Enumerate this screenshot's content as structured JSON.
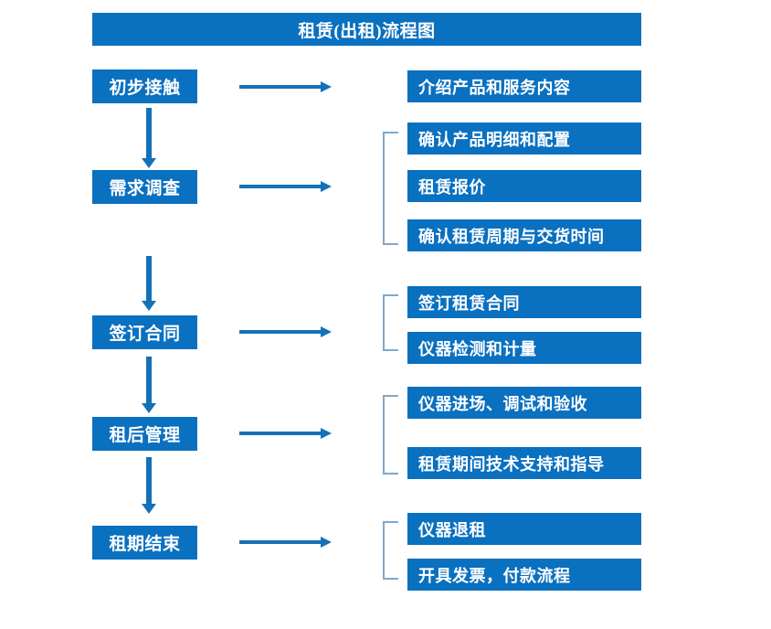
{
  "diagram": {
    "title": "租赁(出租)流程图",
    "theme": {
      "box_fill": "#0A70C0",
      "box_text": "#FFFFFF",
      "arrow_color": "#1471B8",
      "bracket_color": "#7FA8CC",
      "background": "#FFFFFF"
    },
    "stages": [
      {
        "label": "初步接触",
        "details": [
          "介绍产品和服务内容"
        ],
        "bracketed": false
      },
      {
        "label": "需求调查",
        "details": [
          "确认产品明细和配置",
          "租赁报价",
          "确认租赁周期与交货时间"
        ],
        "bracketed": true
      },
      {
        "label": "签订合同",
        "details": [
          "签订租赁合同",
          "仪器检测和计量"
        ],
        "bracketed": true
      },
      {
        "label": "租后管理",
        "details": [
          "仪器进场、调试和验收",
          "租赁期间技术支持和指导"
        ],
        "bracketed": true
      },
      {
        "label": "租期结束",
        "details": [
          "仪器退租",
          "开具发票，付款流程"
        ],
        "bracketed": true
      }
    ]
  }
}
